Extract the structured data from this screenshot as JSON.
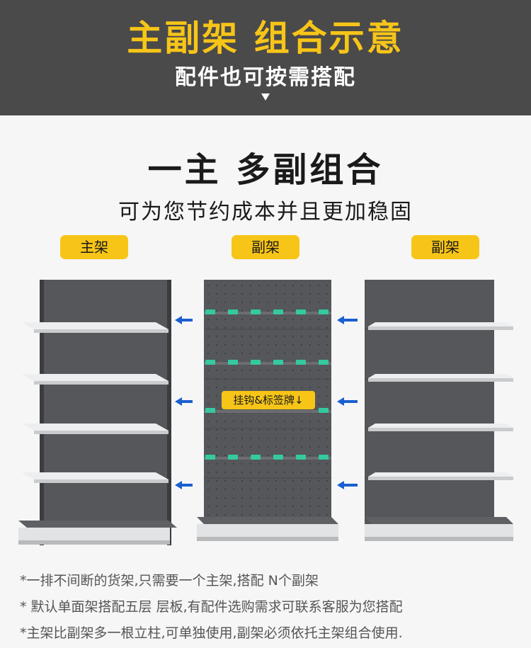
{
  "header": {
    "title": "主副架 组合示意",
    "subtitle": "配件也可按需搭配"
  },
  "main": {
    "title": "一主 多副组合",
    "subtitle": "可为您节约成本并且更加稳固"
  },
  "labels": {
    "main_rack": "主架",
    "sub_rack_1": "副架",
    "sub_rack_2": "副架",
    "hook_label": "挂钩&标签牌↓"
  },
  "notes": [
    "*一排不间断的货架,只需要一个主架,搭配 N个副架",
    "* 默认单面架搭配五层 层板,有配件选购需求可联系客服为您搭配",
    "*主架比副架多一根立柱,可单独使用,副架必须依托主架组合使用."
  ],
  "colors": {
    "header_bg": "#4a4a4a",
    "accent_yellow": "#f7c518",
    "arrow_blue": "#1a5fd0",
    "panel_gray": "#4f5154",
    "shelf_light": "#e6e8ea",
    "tag_green": "#35c9a0"
  },
  "icons": {
    "header_arrow": "triangle-down-icon",
    "rack_arrows": "arrow-left-icon"
  }
}
